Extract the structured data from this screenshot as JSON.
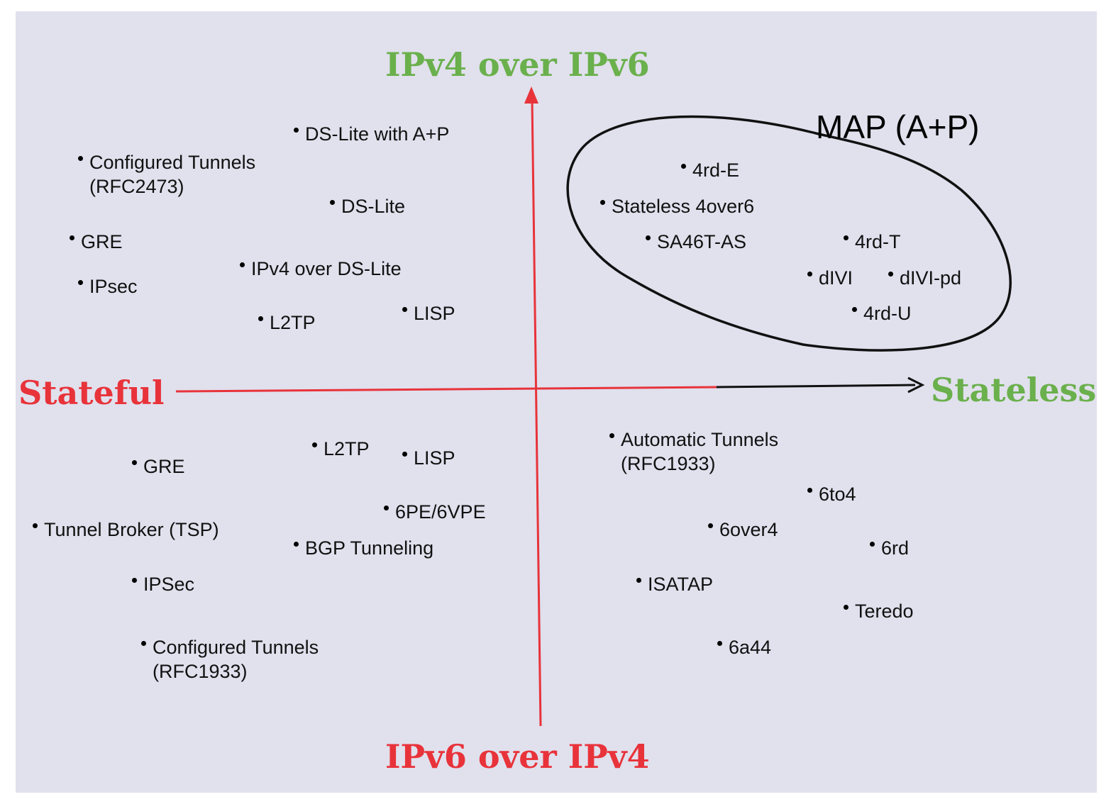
{
  "axes": {
    "top": "IPv4 over IPv6",
    "bottom": "IPv6 over IPv4",
    "left": "Stateful",
    "right": "Stateless",
    "colors": {
      "green": "#6ab04c",
      "red": "#e8333a",
      "black": "#111111"
    }
  },
  "map_group": {
    "title": "MAP (A+P)"
  },
  "quadrants": {
    "top_left": [
      {
        "name": "ds-lite-with-ap",
        "line1": "DS-Lite with A+P",
        "line2": ""
      },
      {
        "name": "configured-tunnels-rfc2473",
        "line1": "Configured Tunnels",
        "line2": "(RFC2473)"
      },
      {
        "name": "ds-lite",
        "line1": "DS-Lite",
        "line2": ""
      },
      {
        "name": "gre",
        "line1": "GRE",
        "line2": ""
      },
      {
        "name": "ipv4-over-ds-lite",
        "line1": "IPv4 over DS-Lite",
        "line2": ""
      },
      {
        "name": "ipsec",
        "line1": "IPsec",
        "line2": ""
      },
      {
        "name": "lisp",
        "line1": "LISP",
        "line2": ""
      },
      {
        "name": "l2tp",
        "line1": "L2TP",
        "line2": ""
      }
    ],
    "top_right": [
      {
        "name": "4rd-e",
        "line1": "4rd-E",
        "line2": ""
      },
      {
        "name": "stateless-4over6",
        "line1": "Stateless 4over6",
        "line2": ""
      },
      {
        "name": "sa46t-as",
        "line1": "SA46T-AS",
        "line2": ""
      },
      {
        "name": "4rd-t",
        "line1": "4rd-T",
        "line2": ""
      },
      {
        "name": "divi",
        "line1": "dIVI",
        "line2": ""
      },
      {
        "name": "divi-pd",
        "line1": "dIVI-pd",
        "line2": ""
      },
      {
        "name": "4rd-u",
        "line1": "4rd-U",
        "line2": ""
      }
    ],
    "bottom_left": [
      {
        "name": "l2tp",
        "line1": "L2TP",
        "line2": ""
      },
      {
        "name": "lisp",
        "line1": "LISP",
        "line2": ""
      },
      {
        "name": "gre",
        "line1": "GRE",
        "line2": ""
      },
      {
        "name": "6pe-6vpe",
        "line1": "6PE/6VPE",
        "line2": ""
      },
      {
        "name": "tunnel-broker-tsp",
        "line1": "Tunnel Broker (TSP)",
        "line2": ""
      },
      {
        "name": "bgp-tunneling",
        "line1": "BGP Tunneling",
        "line2": ""
      },
      {
        "name": "ipsec",
        "line1": "IPSec",
        "line2": ""
      },
      {
        "name": "configured-tunnels-rfc1933",
        "line1": "Configured Tunnels",
        "line2": "(RFC1933)"
      }
    ],
    "bottom_right": [
      {
        "name": "automatic-tunnels-rfc1933",
        "line1": "Automatic Tunnels",
        "line2": "(RFC1933)"
      },
      {
        "name": "6to4",
        "line1": "6to4",
        "line2": ""
      },
      {
        "name": "6over4",
        "line1": "6over4",
        "line2": ""
      },
      {
        "name": "6rd",
        "line1": "6rd",
        "line2": ""
      },
      {
        "name": "isatap",
        "line1": "ISATAP",
        "line2": ""
      },
      {
        "name": "teredo",
        "line1": "Teredo",
        "line2": ""
      },
      {
        "name": "6a44",
        "line1": "6a44",
        "line2": ""
      }
    ]
  }
}
